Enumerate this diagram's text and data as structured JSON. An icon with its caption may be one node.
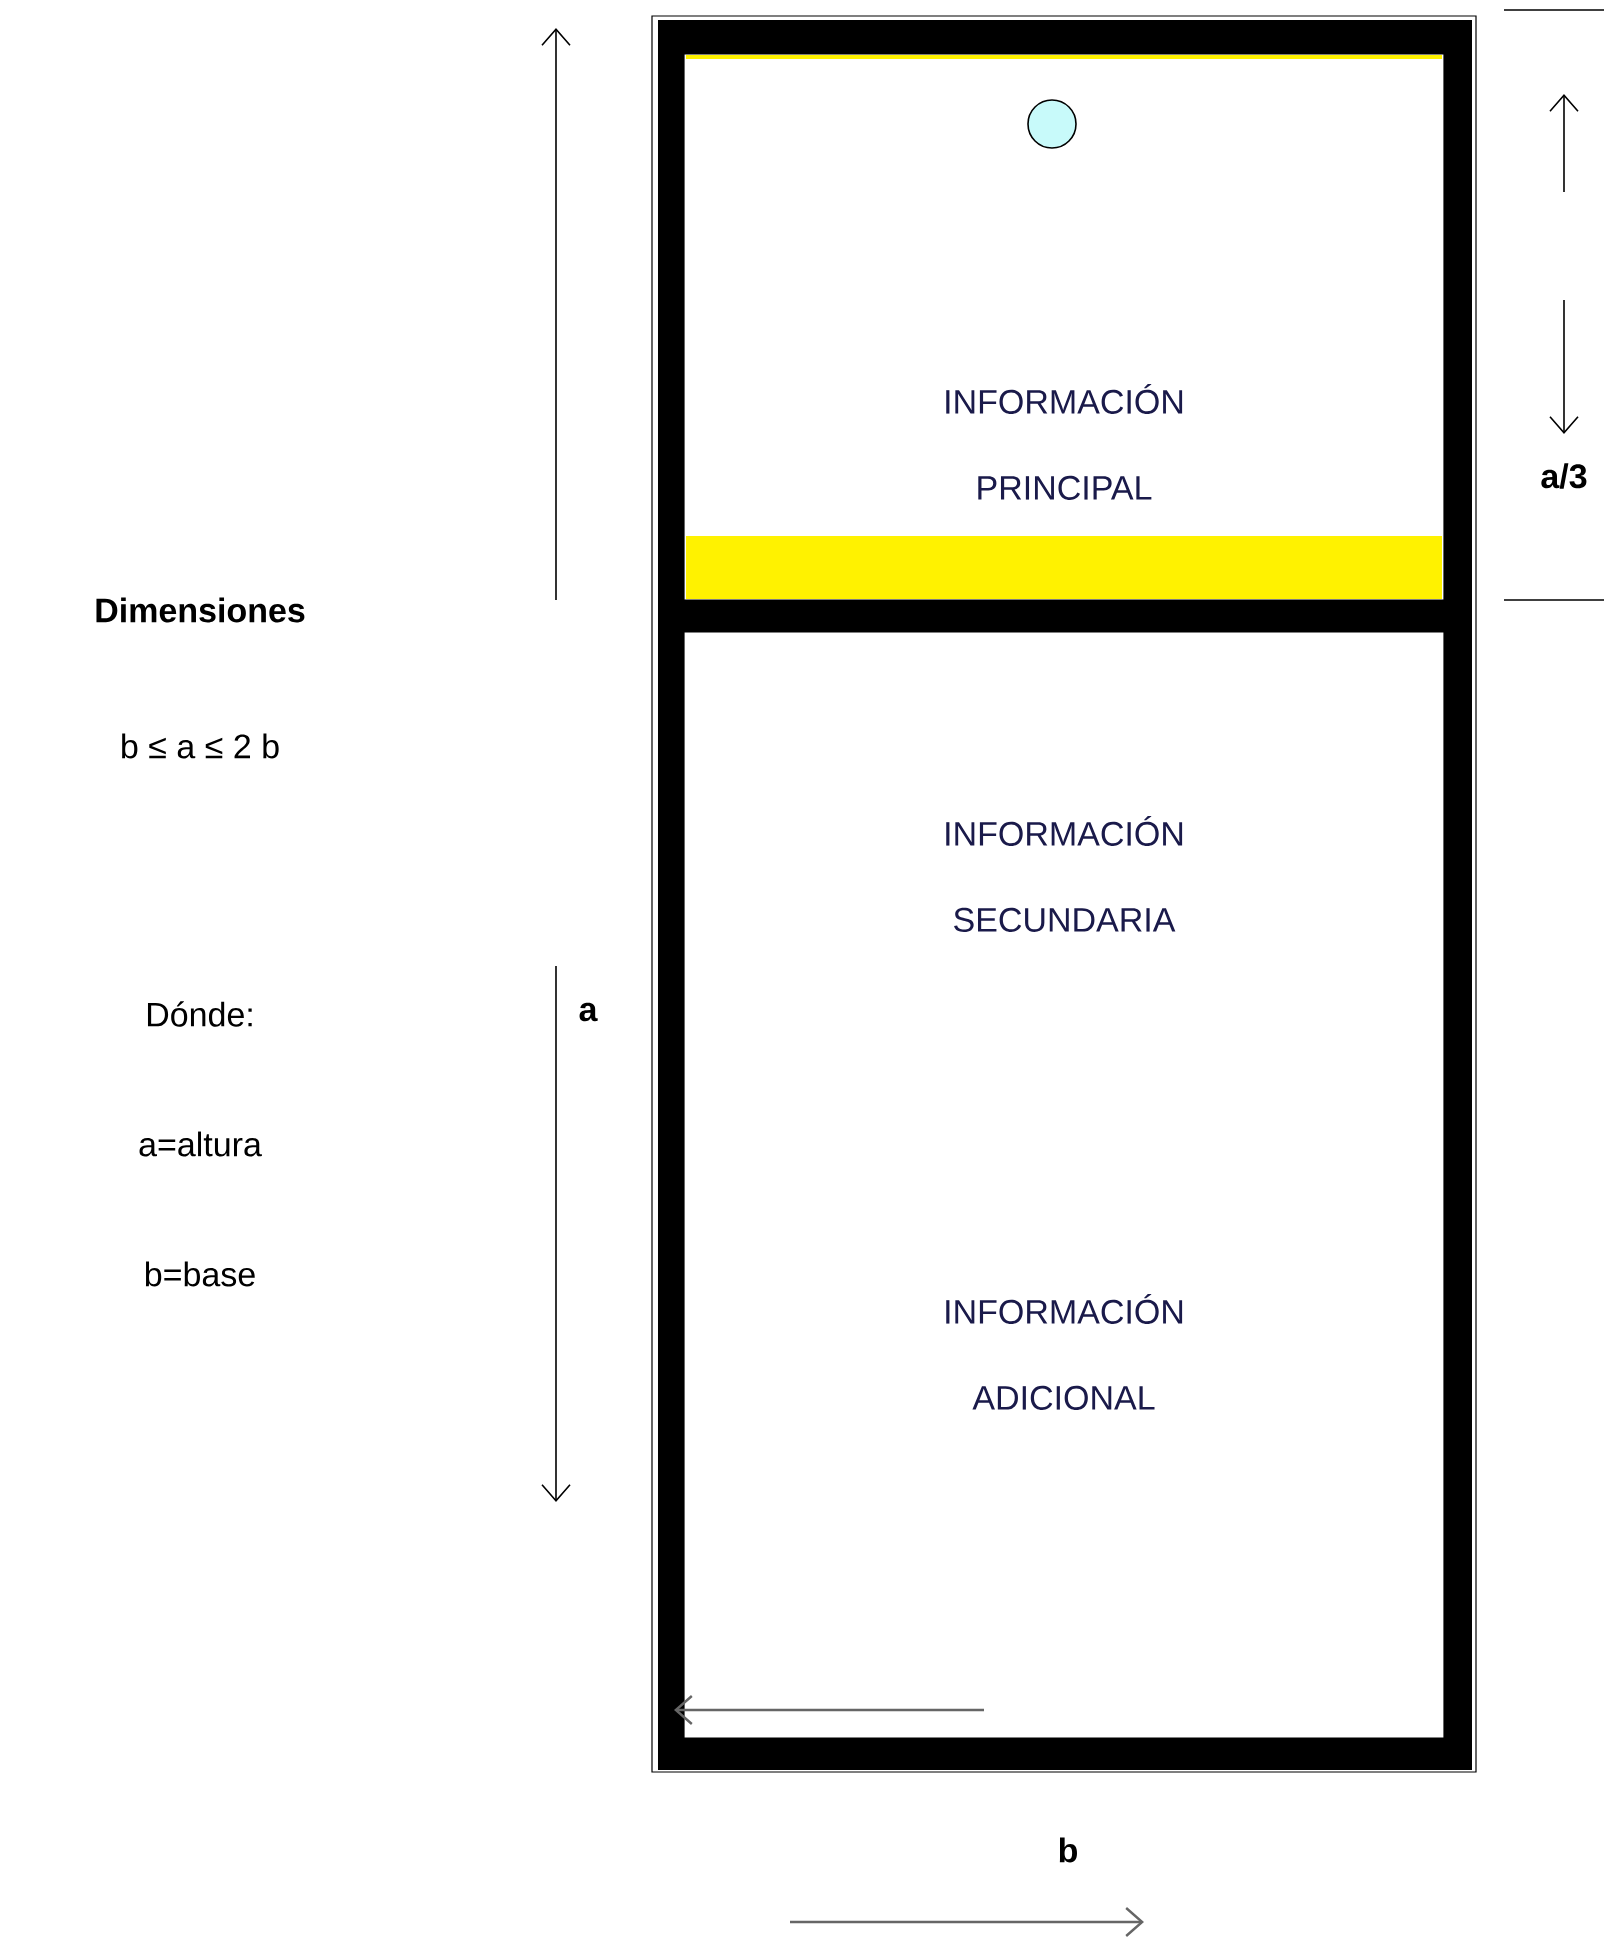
{
  "diagram": {
    "nodes": [
      {
        "text": [
          "INFORMACIÓN PRINCIPAL"
        ]
      },
      {
        "text": [
          "INFORMACIÓN SECUNDARIA",
          "INFORMACIÓN ADICIONAL"
        ]
      }
    ],
    "labels": [
      "Dimensiones",
      "b ≤ a ≤ 2 b",
      "Dónde:",
      "a=altura",
      "b=base",
      "a",
      "a/3",
      "b"
    ]
  }
}
